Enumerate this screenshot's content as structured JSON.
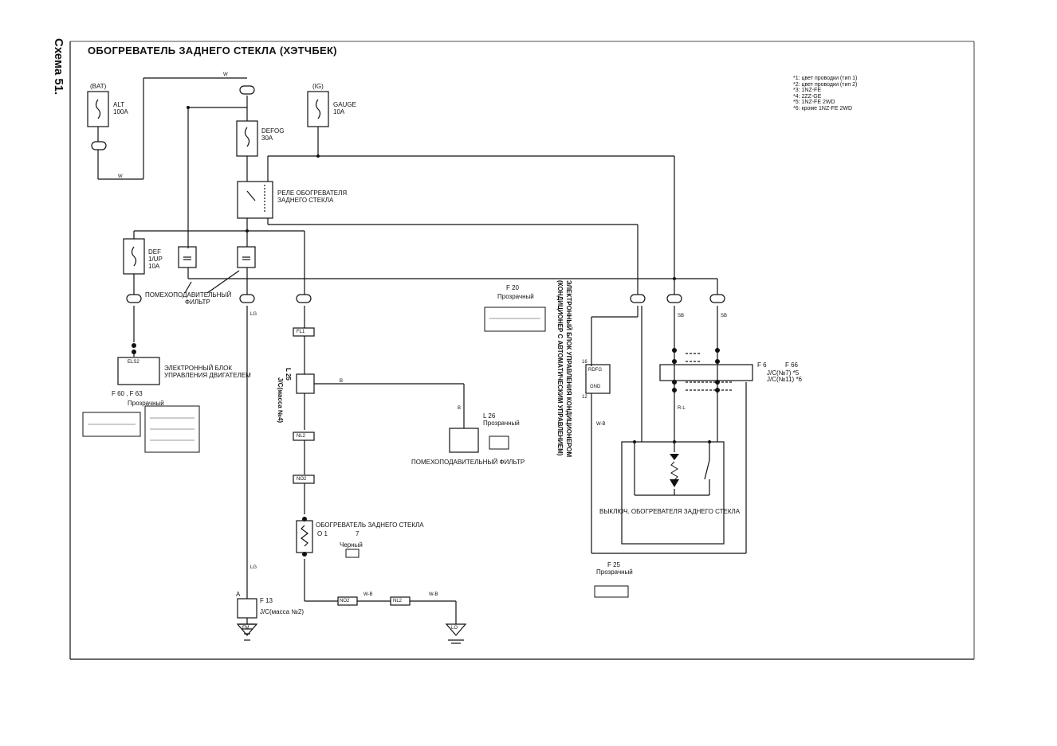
{
  "side_title": "Схема 51.",
  "title": "ОБОГРЕВАТЕЛЬ ЗАДНЕГО СТЕКЛА (ХЭТЧБЕК)",
  "notes": [
    "*1: цвет проводки (тип 1)",
    "*2: цвет проводки (тип 2)",
    "*3: 1NZ-FE",
    "*4: 2ZZ-GE",
    "*5: 1NZ-FE 2WD",
    "*6: кроме 1NZ-FE 2WD"
  ],
  "fuses": {
    "alt": {
      "source": "(BAT)",
      "name": "ALT",
      "rating": "100A"
    },
    "defog": {
      "name": "DEFOG",
      "rating": "30A"
    },
    "gauge": {
      "source": "(IG)",
      "name": "GAUGE",
      "rating": "10A"
    },
    "def": {
      "name": "DEF",
      "sub": "1/UP",
      "rating": "10A"
    }
  },
  "relay_label": [
    "РЕЛЕ ОБОГРЕВАТЕЛЯ",
    "ЗАДНЕГО СТЕКЛА"
  ],
  "filter_label": [
    "ПОМЕХОПОДАВИТЕЛЬНЫЙ",
    "ФИЛЬТР"
  ],
  "filter2_label": "ПОМЕХОПОДАВИТЕЛЬНЫЙ ФИЛЬТР",
  "ecu_engine": {
    "code": "ELS2",
    "label": [
      "ЭЛЕКТРОННЫЙ БЛОК",
      "УПРАВЛЕНИЯ ДВИГАТЕЛЕМ"
    ],
    "connectors": "F 60 , F 63",
    "conn_type": "Прозрачный"
  },
  "ac_ecu_label": [
    "ЭЛЕКТРОННЫЙ БЛОК УПРАВЛЕНИЯ КОНДИЦИОНЕРОМ",
    "(КОНДИЦИОНЕР С АВТОМАТИЧЕСКИМ УПРАВЛЕНИЕМ)"
  ],
  "ac_ecu_pins": {
    "rdfg": "RDFG",
    "gnd": "GND",
    "p1": "16",
    "p2": "12"
  },
  "heater_label": "ОБОГРЕВАТЕЛЬ ЗАДНЕГО СТЕКЛА",
  "heater_conn": {
    "a": "O 1",
    "b": "7",
    "type": "Черный"
  },
  "switch_label": "ВЫКЛЮЧ. ОБОГРЕВАТЕЛЯ ЗАДНЕГО СТЕКЛА",
  "switch_conn": {
    "code": "F 25",
    "type": "Прозрачный"
  },
  "f20": {
    "code": "F 20",
    "type": "Прозрачный"
  },
  "l26": {
    "code": "L 26",
    "type": "Прозрачный"
  },
  "jc_mass2": {
    "code": "F 13",
    "label": "J/C(масса №2)",
    "pin": "A"
  },
  "jc_mass4": {
    "code": "L 25",
    "label": "J/C(масса №4)"
  },
  "jc_f6": {
    "code": "F 6",
    "code2": "F 66",
    "label1": "J/C(№7) *5",
    "label2": "J/C(№11) *6"
  },
  "wires": {
    "w": "W",
    "b": "B",
    "wb": "W-B",
    "lg": "LG",
    "sb": "SB",
    "rl": "R-L"
  },
  "connectors": {
    "nl2": "NL2",
    "no2": "NO2",
    "fl1": "FL1",
    "fm": "FM",
    "lo": "LO",
    "ne": "NO2",
    "nl": "NL2"
  }
}
